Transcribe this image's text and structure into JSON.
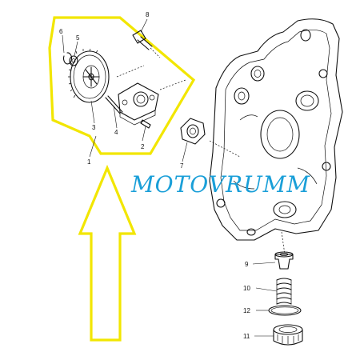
{
  "callouts": {
    "c1": "1",
    "c2": "2",
    "c3": "3",
    "c4": "4",
    "c5": "5",
    "c6": "6",
    "c7": "7",
    "c8": "8",
    "c9": "9",
    "c10": "10",
    "c11": "11",
    "c12": "12"
  },
  "watermark": "MOTOVRUMM",
  "colors": {
    "highlight": "#f2e600",
    "watermark": "#1a9fd8",
    "linework": "#111111"
  }
}
